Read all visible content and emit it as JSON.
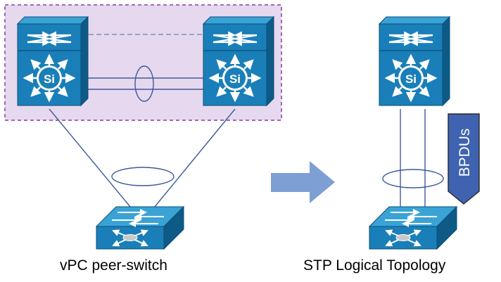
{
  "captions": {
    "left": "vPC peer-switch",
    "right": "STP Logical Topology"
  },
  "bpdu_label": "BPDUs",
  "si_label": "Si",
  "colors": {
    "device_blue": "#1a7fb8",
    "device_top": "#3aa3d6",
    "device_side": "#0e5a86",
    "link": "#3d5a9c",
    "peer_zone_fill": "#e6d8ee",
    "peer_zone_border": "#9b6cb6",
    "arrow": "#7d9fd4",
    "bpdu_fill": "#3f63b0",
    "bpdu_border": "#2b2b2b"
  },
  "icons": {
    "l3_switch": "layer3-switch-icon",
    "access_switch": "access-switch-icon",
    "port_channel": "port-channel-ellipse",
    "transition_arrow": "right-arrow-icon"
  }
}
